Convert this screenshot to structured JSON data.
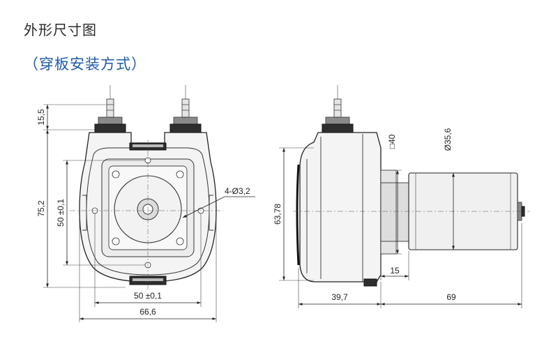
{
  "header": {
    "title": "外形尺寸图",
    "subtitle": "（穿板安装方式）"
  },
  "dimensions": {
    "top_height": "15,5",
    "total_height": "75,2",
    "hole_spacing_v": "50 ±0,1",
    "hole_spacing_h": "50 ±0,1",
    "width": "66,6",
    "holes": "4-Ø3,2",
    "side_height": "63,78",
    "square": "□40",
    "motor_dia": "Ø35,6",
    "flange_len": "15",
    "depth": "39,7",
    "motor_len": "69"
  }
}
